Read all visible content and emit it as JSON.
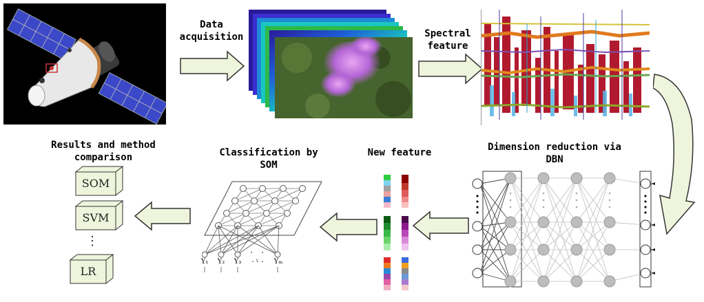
{
  "labels": {
    "data_acquisition_1": "Data",
    "data_acquisition_2": "acquisition",
    "spectral_1": "Spectral",
    "spectral_2": "feature",
    "results_1": "Results and method",
    "results_2": "comparison",
    "classification_1": "Classification by",
    "classification_2": "SOM",
    "new_feature": "New feature",
    "dimred_1": "Dimension reduction via",
    "dimred_2": "DBN"
  },
  "methods": {
    "som": "SOM",
    "svm": "SVM",
    "ellipsis": "⋮",
    "lr": "LR"
  },
  "som_outputs": {
    "y1": "Y₁",
    "y2": "Y₂",
    "y3": "Y₃",
    "dots": "· · ·",
    "ym": "Yₘ"
  },
  "colors": {
    "arrow_fill": "#eef5dc",
    "arrow_stroke": "#333333"
  }
}
